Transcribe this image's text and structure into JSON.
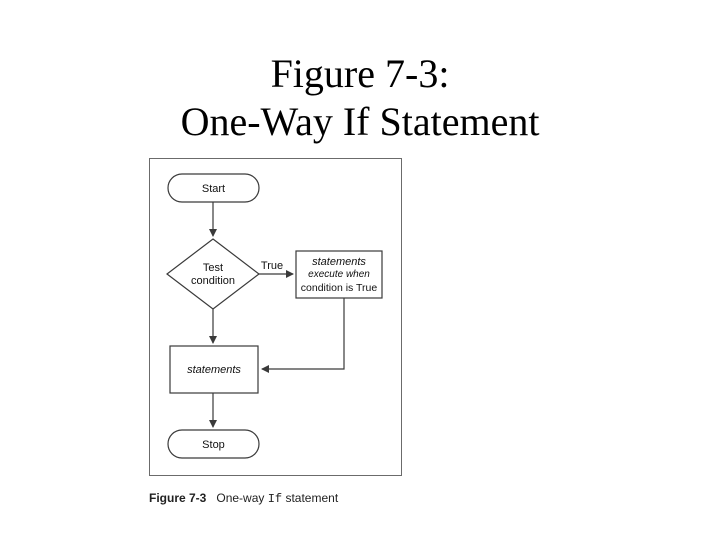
{
  "title": {
    "line1": "Figure 7-3:",
    "line2": "One-Way If Statement"
  },
  "flowchart": {
    "start_label": "Start",
    "decision_line1": "Test",
    "decision_line2": "condition",
    "true_label": "True",
    "true_box_line1": "statements",
    "true_box_line2": "execute when",
    "true_box_line3": "condition is True",
    "statements_label": "statements",
    "stop_label": "Stop"
  },
  "caption": {
    "figure_label": "Figure 7-3",
    "text_before": "One-way ",
    "keyword": "If",
    "text_after": " statement"
  },
  "colors": {
    "line": "#3a3a3a",
    "frame_border": "#6b6b6b"
  }
}
